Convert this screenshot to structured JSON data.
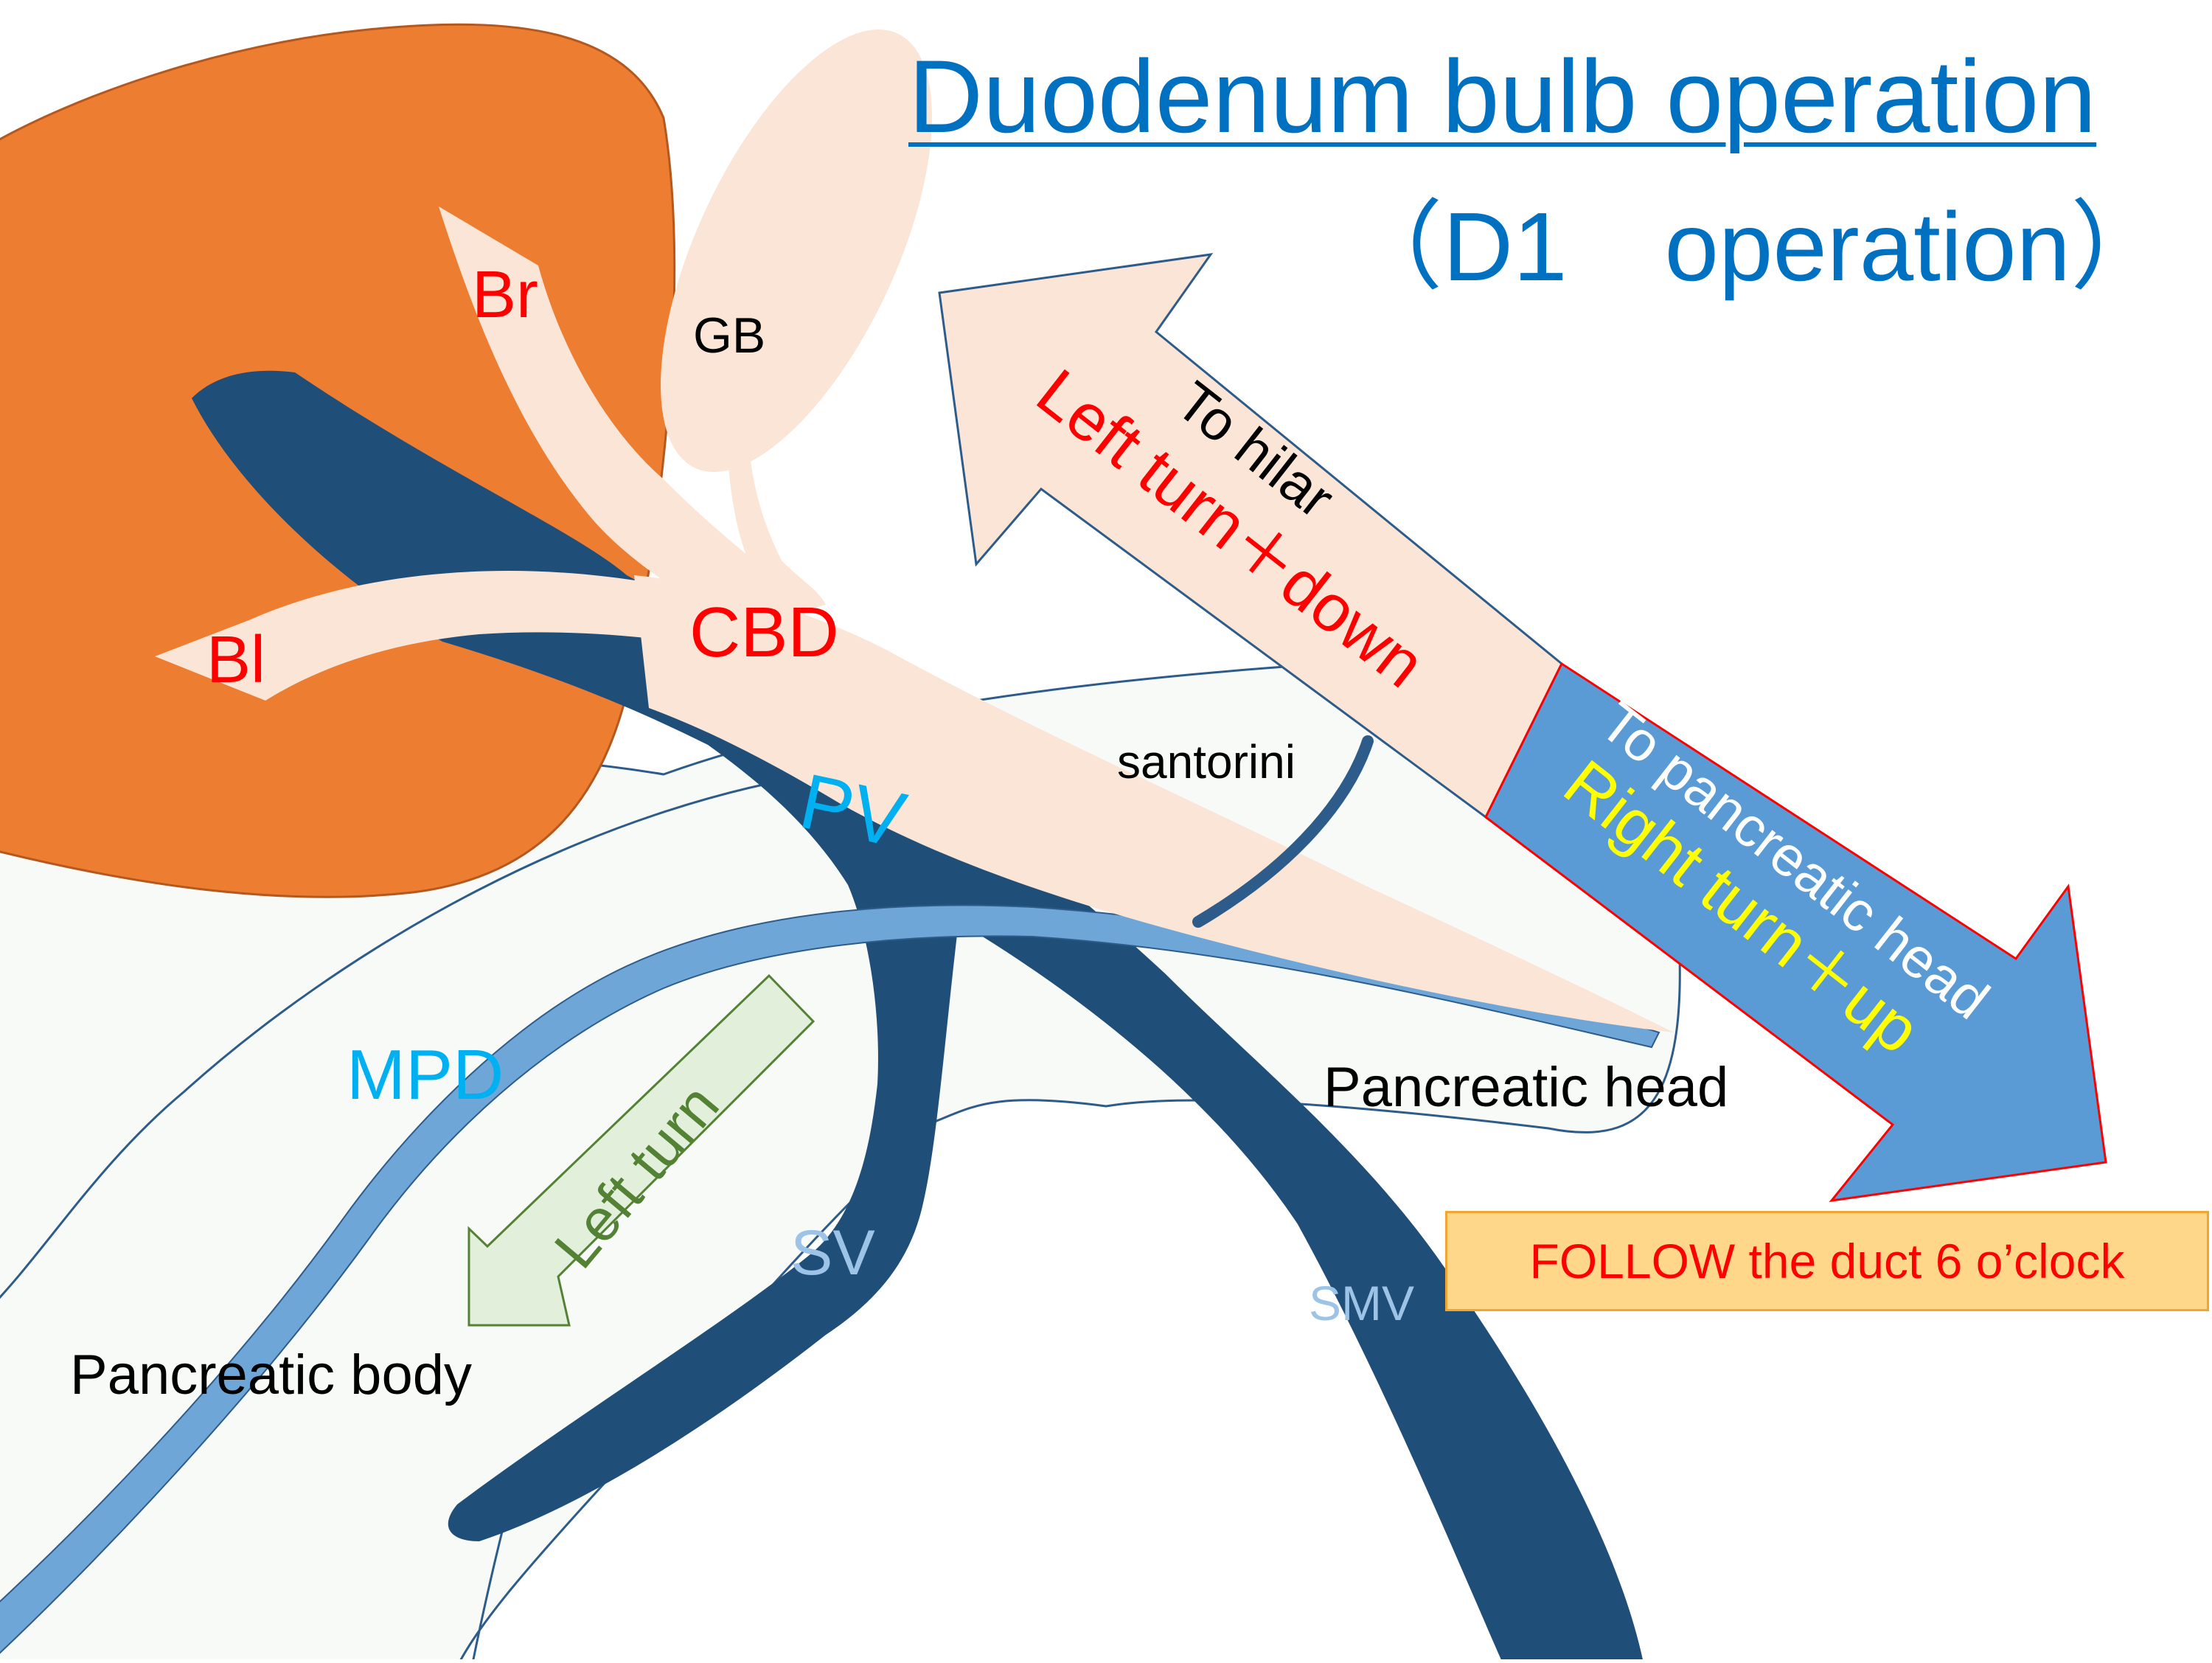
{
  "title": {
    "line1": "Duodenum bulb operation",
    "line2": "（D1　operation）",
    "color": "#0070c0"
  },
  "structures": {
    "liver": {
      "color": "#ed7d31"
    },
    "gallbladder": {
      "label": "GB",
      "color": "#fbe5d6"
    },
    "bile_duct_right": {
      "label": "Br",
      "label_color": "#ff0000"
    },
    "bile_duct_left": {
      "label": "Bl",
      "label_color": "#ff0000"
    },
    "common_bile_duct": {
      "label": "CBD",
      "label_color": "#ff0000"
    },
    "portal_vein": {
      "label": "PV",
      "label_color": "#00b0f0",
      "color": "#1f4e79"
    },
    "splenic_vein": {
      "label": "SV",
      "label_color": "#9dc3e6"
    },
    "superior_mesenteric_vein": {
      "label": "SMV",
      "label_color": "#9dc3e6"
    },
    "main_pancreatic_duct": {
      "label": "MPD",
      "label_color": "#00b0f0",
      "color": "#6fa6d8"
    },
    "santorini_duct": {
      "label": "santorini"
    },
    "pancreas": {
      "color": "#f8faf7",
      "outline": "#2e5c8a"
    },
    "pancreatic_head": {
      "label": "Pancreatic head"
    },
    "pancreatic_body": {
      "label": "Pancreatic body"
    }
  },
  "arrows": {
    "to_hilar": {
      "line1": "To hilar",
      "line2": "Left turn＋down",
      "line1_color": "#000000",
      "line2_color": "#ff0000",
      "fill": "#fbe5d6"
    },
    "to_pancreatic_head": {
      "line1": "To pancreatic head",
      "line2": "Right turn＋up",
      "line1_color": "#ffffff",
      "line2_color": "#ffff00",
      "fill": "#5b9bd5"
    },
    "left_turn": {
      "label": "Left turn",
      "label_color": "#548235",
      "fill": "#e2efda"
    }
  },
  "note": {
    "text": "FOLLOW the duct 6 o’clock",
    "text_color": "#ff0000",
    "background": "#ffd78a"
  }
}
